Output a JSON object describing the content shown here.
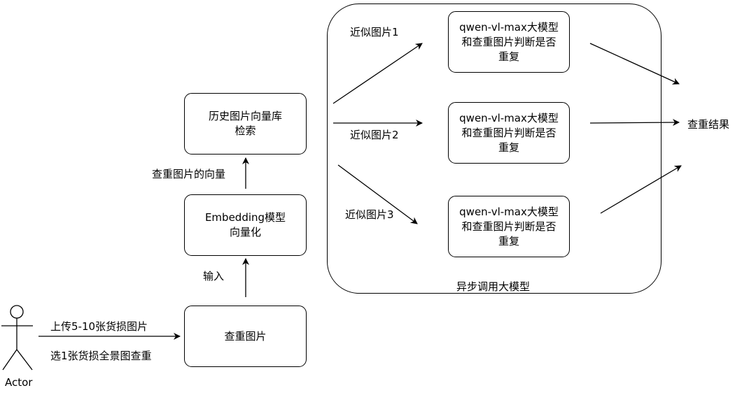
{
  "actor": {
    "label": "Actor"
  },
  "nodes": {
    "history_db": "历史图片向量库\n检索",
    "embedding": "Embedding模型\n向量化",
    "query_image": "查重图片",
    "llm_1": "qwen-vl-max大模型\n和查重图片判断是否\n重复",
    "llm_2": "qwen-vl-max大模型\n和查重图片判断是否\n重复",
    "llm_3": "qwen-vl-max大模型\n和查重图片判断是否\n重复",
    "result": "查重结果"
  },
  "container": {
    "label": "异步调用大模型"
  },
  "edge_labels": {
    "upload": "上传5-10张货损图片",
    "select": "选1张货损全景图查重",
    "input": "输入",
    "query_vector": "查重图片的向量",
    "similar_1": "近似图片1",
    "similar_2": "近似图片2",
    "similar_3": "近似图片3"
  }
}
